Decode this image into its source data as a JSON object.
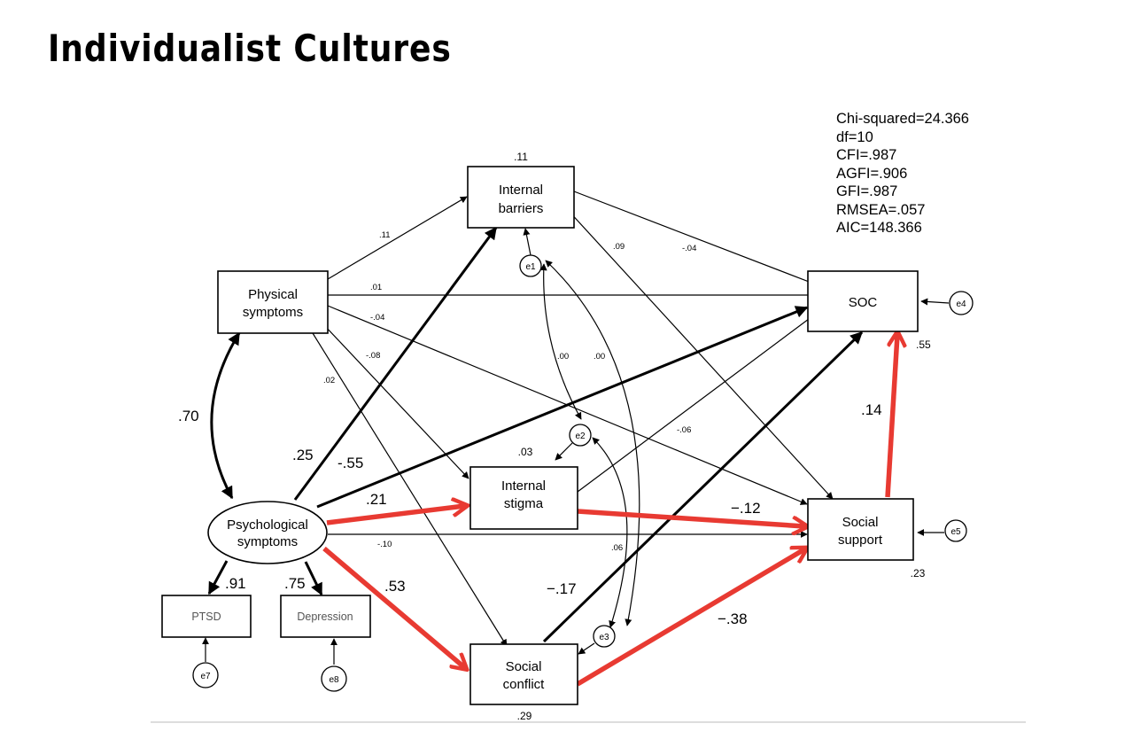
{
  "title": "Individualist Cultures",
  "fit_stats": [
    "Chi-squared=24.366",
    "df=10",
    "CFI=.987",
    "AGFI=.906",
    "GFI=.987",
    "RMSEA=.057",
    "AIC=148.366"
  ],
  "nodes": {
    "internal_barriers": {
      "line1": "Internal",
      "line2": "barriers",
      "r2": ".11"
    },
    "physical_symptoms": {
      "line1": "Physical",
      "line2": "symptoms"
    },
    "soc": {
      "line1": "SOC",
      "r2": ".55"
    },
    "psychological_symptoms": {
      "line1": "Psychological",
      "line2": "symptoms"
    },
    "internal_stigma": {
      "line1": "Internal",
      "line2": "stigma",
      "r2": ".03"
    },
    "social_support": {
      "line1": "Social",
      "line2": "support",
      "r2": ".23"
    },
    "social_conflict": {
      "line1": "Social",
      "line2": "conflict",
      "r2": ".29"
    },
    "ptsd": {
      "line1": "PTSD"
    },
    "depression": {
      "line1": "Depression"
    }
  },
  "errors": [
    "e1",
    "e2",
    "e3",
    "e4",
    "e5",
    "e7",
    "e8"
  ],
  "paths": {
    "phys_to_barriers": ".11",
    "phys_to_soc": ".01",
    "phys_to_support": "-.04",
    "phys_to_stigma": "-.08",
    "phys_to_conflict": ".02",
    "barriers_to_support": ".09",
    "barriers_to_soc": "-.04",
    "stigma_to_soc": "-.06",
    "e1_e2": ".00",
    "e1_e3": ".00",
    "e2_e3": ".06",
    "phys_psych_cov": ".70",
    "psych_to_barriers": ".25",
    "psych_to_soc": "-.55",
    "psych_to_stigma": ".21",
    "psych_to_support": "-.10",
    "psych_to_conflict": ".53",
    "psych_to_ptsd": ".91",
    "psych_to_depression": ".75",
    "stigma_to_support": "−.12",
    "conflict_to_soc": "−.17",
    "conflict_to_support": "−.38",
    "support_to_soc": ".14"
  }
}
